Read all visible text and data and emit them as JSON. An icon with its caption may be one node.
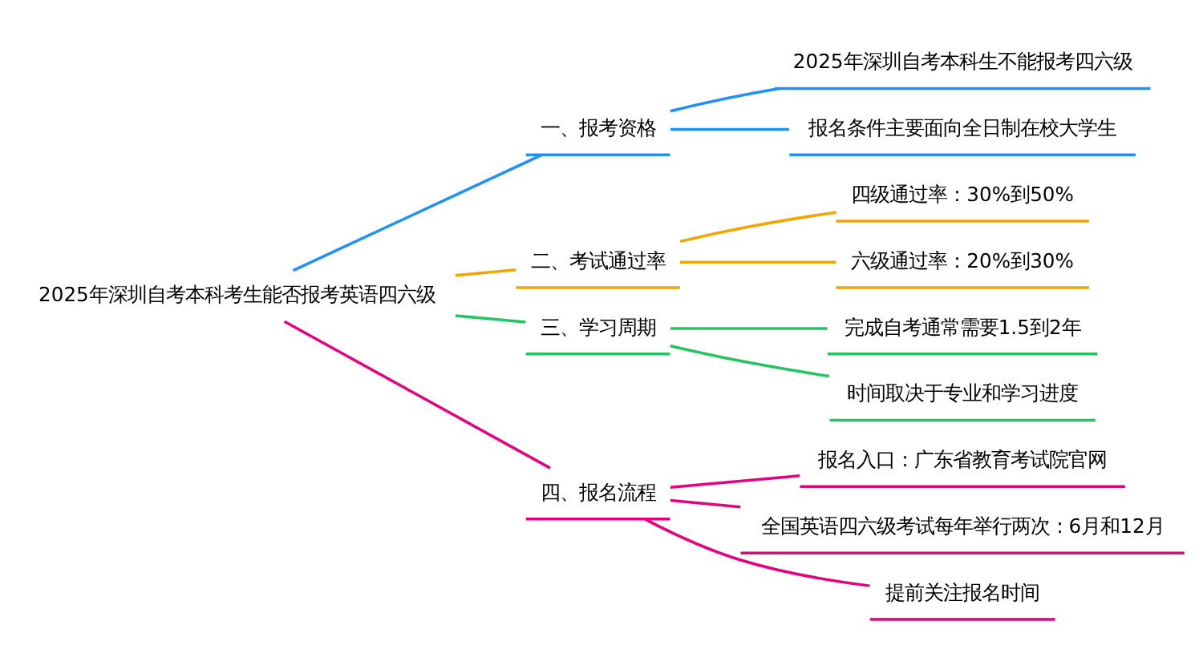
{
  "diagram": {
    "nodes": [
      {
        "text": [
          "2025年深圳自考本科考生能否报考英语四六级"
        ]
      },
      {
        "text": [
          "一、报考资格"
        ]
      },
      {
        "text": [
          "2025年深圳自考本科生不能报考四六级"
        ]
      },
      {
        "text": [
          "报名条件主要面向全日制在校大学生"
        ]
      },
      {
        "text": [
          "二、考试通过率"
        ]
      },
      {
        "text": [
          "四级通过率：30%到50%"
        ]
      },
      {
        "text": [
          "六级通过率：20%到30%"
        ]
      },
      {
        "text": [
          "三、学习周期"
        ]
      },
      {
        "text": [
          "完成自考通常需要1.5到2年"
        ]
      },
      {
        "text": [
          "时间取决于专业和学习进度"
        ]
      },
      {
        "text": [
          "四、报名流程"
        ]
      },
      {
        "text": [
          "报名入口：广东省教育考试院官网"
        ]
      },
      {
        "text": [
          "全国英语四六级考试每年举行两次：6月和12月"
        ]
      },
      {
        "text": [
          "提前关注报名时间"
        ]
      }
    ],
    "edges": [
      {
        "from": 0,
        "to": 1,
        "arrow": "none",
        "color": "#1e90ff"
      },
      {
        "from": 1,
        "to": 2,
        "arrow": "none",
        "color": "#1e90ff"
      },
      {
        "from": 1,
        "to": 3,
        "arrow": "none",
        "color": "#1e90ff"
      },
      {
        "from": 0,
        "to": 4,
        "arrow": "none",
        "color": "#f0a500"
      },
      {
        "from": 4,
        "to": 5,
        "arrow": "none",
        "color": "#f0a500"
      },
      {
        "from": 4,
        "to": 6,
        "arrow": "none",
        "color": "#f0a500"
      },
      {
        "from": 0,
        "to": 7,
        "arrow": "none",
        "color": "#22c55e"
      },
      {
        "from": 7,
        "to": 8,
        "arrow": "none",
        "color": "#22c55e"
      },
      {
        "from": 7,
        "to": 9,
        "arrow": "none",
        "color": "#22c55e"
      },
      {
        "from": 0,
        "to": 10,
        "arrow": "none",
        "color": "#e6007e"
      },
      {
        "from": 10,
        "to": 11,
        "arrow": "none",
        "color": "#e6007e"
      },
      {
        "from": 10,
        "to": 12,
        "arrow": "none",
        "color": "#e6007e"
      },
      {
        "from": 10,
        "to": 13,
        "arrow": "none",
        "color": "#e6007e"
      }
    ]
  }
}
